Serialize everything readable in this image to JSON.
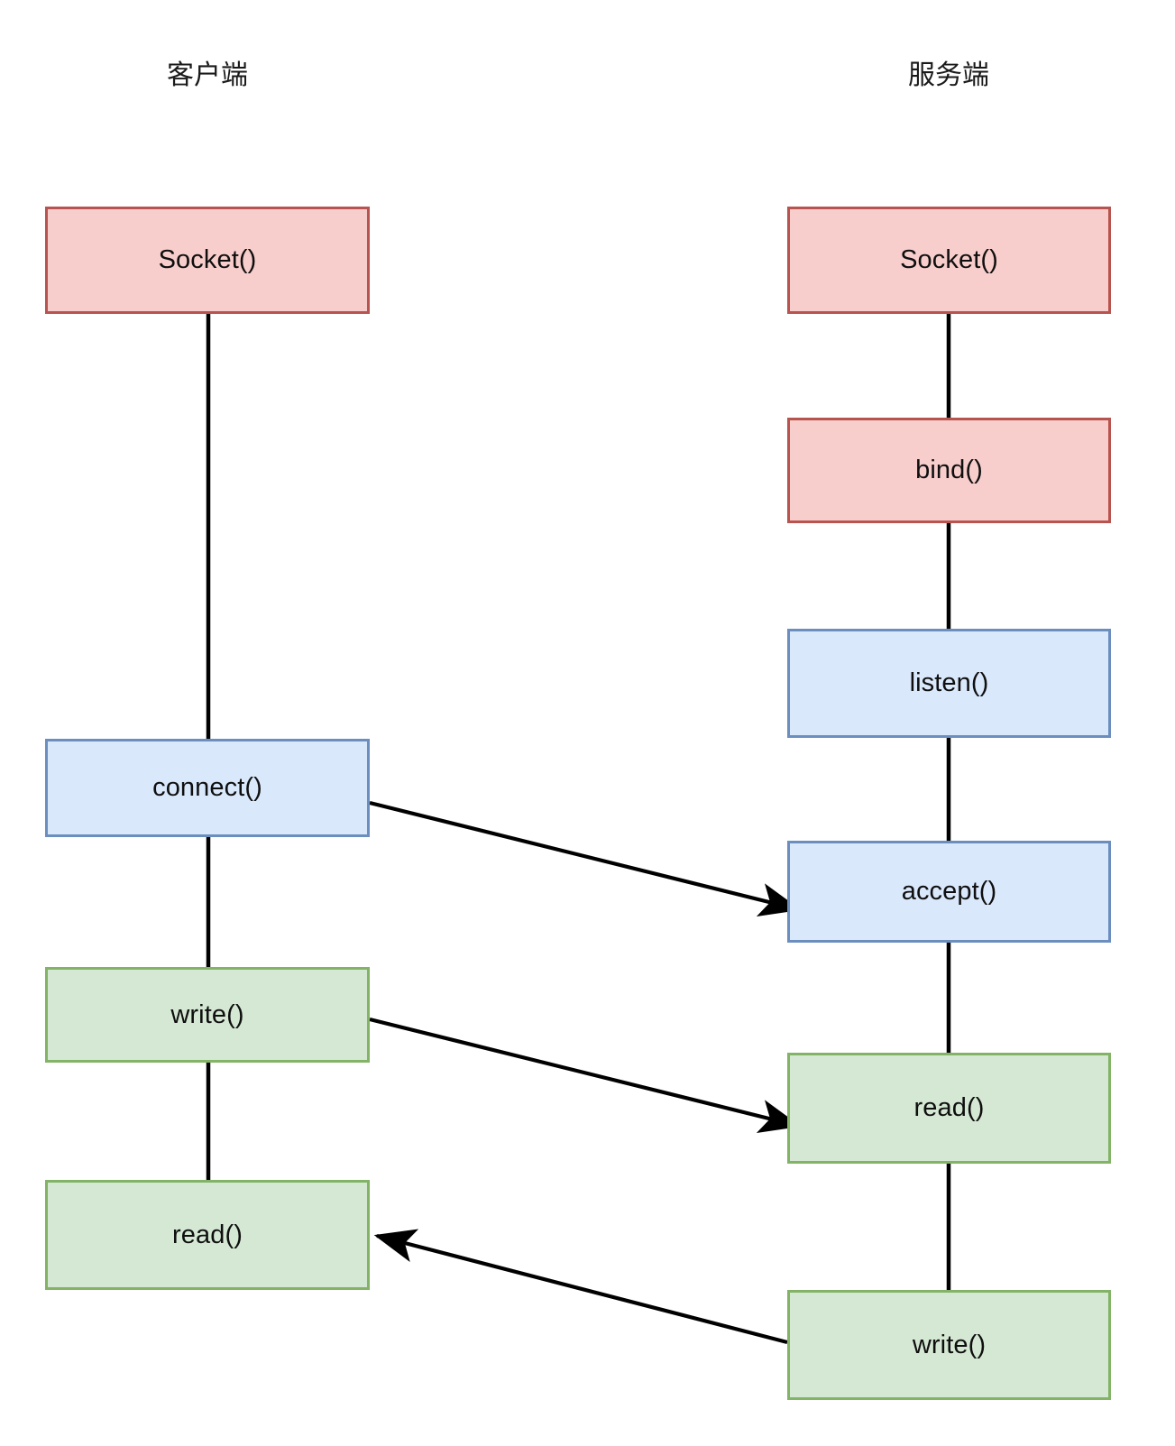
{
  "diagram": {
    "kind": "socket-api-sequence-diagram",
    "columns": [
      {
        "id": "client",
        "title": "客户端"
      },
      {
        "id": "server",
        "title": "服务端"
      }
    ],
    "colors": {
      "red_fill": "#f8cecc",
      "red_stroke": "#b85450",
      "blue_fill": "#dae8fc",
      "blue_stroke": "#6c8ebf",
      "green_fill": "#d5e8d4",
      "green_stroke": "#82b366",
      "line": "#000000",
      "background": "#ffffff",
      "text": "#0f0f0f"
    },
    "client_nodes": [
      {
        "label": "Socket()",
        "color": "red"
      },
      {
        "label": "connect()",
        "color": "blue"
      },
      {
        "label": "write()",
        "color": "green"
      },
      {
        "label": "read()",
        "color": "green"
      }
    ],
    "server_nodes": [
      {
        "label": "Socket()",
        "color": "red"
      },
      {
        "label": "bind()",
        "color": "red"
      },
      {
        "label": "listen()",
        "color": "blue"
      },
      {
        "label": "accept()",
        "color": "blue"
      },
      {
        "label": "read()",
        "color": "green"
      },
      {
        "label": "write()",
        "color": "green"
      }
    ],
    "cross_arrows": [
      {
        "from": "client.connect()",
        "to": "server.accept()",
        "direction": "right"
      },
      {
        "from": "client.write()",
        "to": "server.read()",
        "direction": "right"
      },
      {
        "from": "server.write()",
        "to": "client.read()",
        "direction": "left"
      }
    ]
  }
}
